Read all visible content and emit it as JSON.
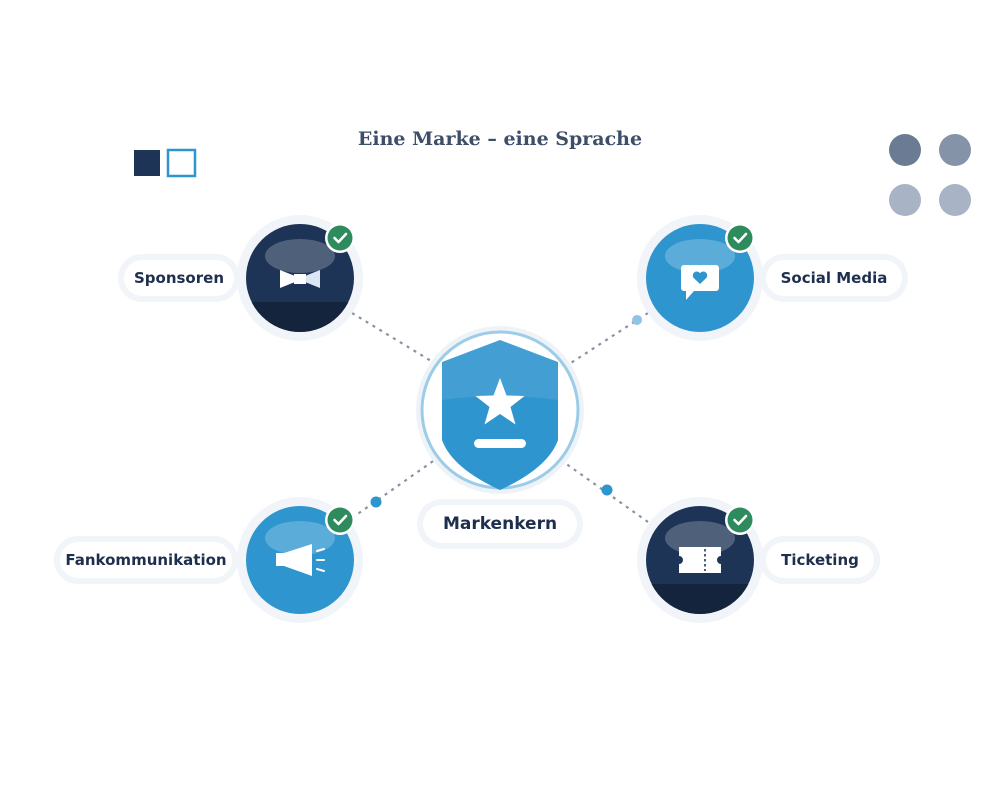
{
  "title": "Eine Marke – eine Sprache",
  "center": {
    "label": "Markenkern",
    "icon": "shield-star-icon"
  },
  "nodes": [
    {
      "label": "Sponsoren",
      "icon": "bowtie-icon",
      "status": "checked"
    },
    {
      "label": "Social Media",
      "icon": "chat-heart-icon",
      "status": "checked"
    },
    {
      "label": "Fankommunikation",
      "icon": "megaphone-icon",
      "status": "checked"
    },
    {
      "label": "Ticketing",
      "icon": "ticket-icon",
      "status": "checked"
    }
  ],
  "colors": {
    "title": "#3d4e68",
    "navy": "#1e3456",
    "blue": "#2e95cf",
    "check": "#2e8b5e",
    "connector": "#8a93a3",
    "legend_dots": [
      "#6a7b93",
      "#8593a9",
      "#a8b3c6",
      "#a8b3c6"
    ]
  }
}
